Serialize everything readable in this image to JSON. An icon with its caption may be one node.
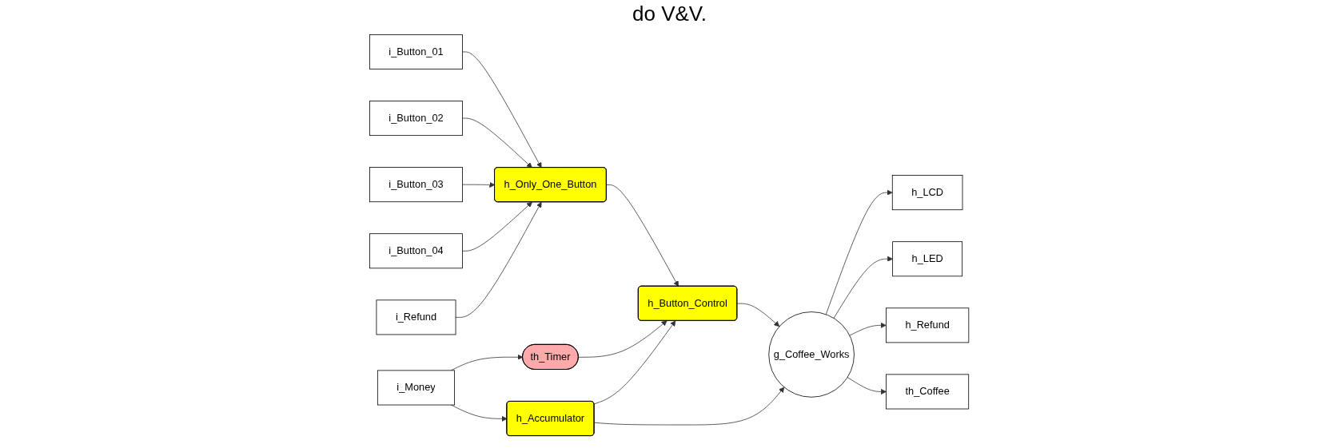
{
  "diagram": {
    "nodes": [
      {
        "text": [
          "i_Button_01"
        ]
      },
      {
        "text": [
          "i_Button_02"
        ]
      },
      {
        "text": [
          "i_Button_03"
        ]
      },
      {
        "text": [
          "i_Button_04"
        ]
      },
      {
        "text": [
          "i_Refund"
        ]
      },
      {
        "text": [
          "i_Money"
        ]
      },
      {
        "text": [
          "h_Only_One_Button"
        ]
      },
      {
        "text": [
          "th_Timer"
        ]
      },
      {
        "text": [
          "h_Button_Control"
        ]
      },
      {
        "text": [
          "h_Accumulator"
        ]
      },
      {
        "text": [
          "g_Coffee_Works"
        ]
      },
      {
        "text": [
          "h_LCD"
        ]
      },
      {
        "text": [
          "h_LED"
        ]
      },
      {
        "text": [
          "h_Refund"
        ]
      },
      {
        "text": [
          "th_Coffee"
        ]
      }
    ],
    "edges": [
      {
        "from": 0,
        "to": 6,
        "arrow": "to"
      },
      {
        "from": 1,
        "to": 6,
        "arrow": "to"
      },
      {
        "from": 2,
        "to": 6,
        "arrow": "to"
      },
      {
        "from": 3,
        "to": 6,
        "arrow": "to"
      },
      {
        "from": 4,
        "to": 6,
        "arrow": "to"
      },
      {
        "from": 5,
        "to": 7,
        "arrow": "to"
      },
      {
        "from": 5,
        "to": 9,
        "arrow": "to"
      },
      {
        "from": 6,
        "to": 8,
        "arrow": "to"
      },
      {
        "from": 7,
        "to": 8,
        "arrow": "to"
      },
      {
        "from": 9,
        "to": 8,
        "arrow": "to"
      },
      {
        "from": 8,
        "to": 10,
        "arrow": "to"
      },
      {
        "from": 9,
        "to": 10,
        "arrow": "to"
      },
      {
        "from": 10,
        "to": 11,
        "arrow": "to"
      },
      {
        "from": 10,
        "to": 12,
        "arrow": "to"
      },
      {
        "from": 10,
        "to": 13,
        "arrow": "to"
      },
      {
        "from": 10,
        "to": 14,
        "arrow": "to"
      }
    ],
    "labels": [
      "do V&V."
    ]
  }
}
